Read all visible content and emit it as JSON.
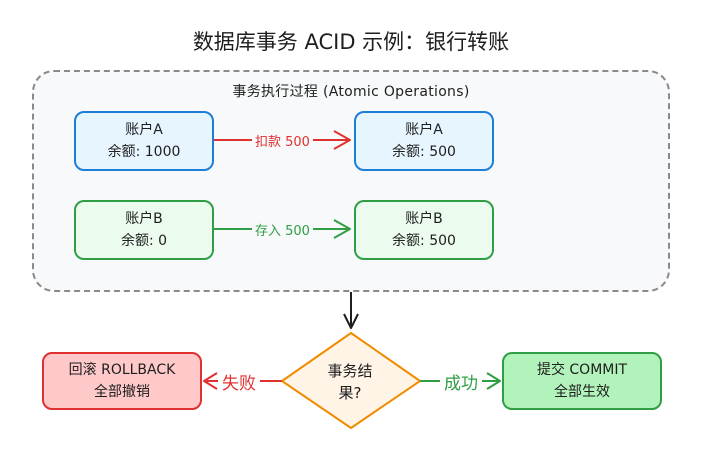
{
  "title": "数据库事务 ACID 示例：银行转账",
  "group": {
    "label": "事务执行过程 (Atomic Operations)"
  },
  "accounts": {
    "a_before": {
      "name": "账户A",
      "balance": "余额: 1000"
    },
    "a_after": {
      "name": "账户A",
      "balance": "余额: 500"
    },
    "b_before": {
      "name": "账户B",
      "balance": "余额: 0"
    },
    "b_after": {
      "name": "账户B",
      "balance": "余额: 500"
    }
  },
  "operations": {
    "debit": "扣款 500",
    "credit": "存入 500"
  },
  "decision": {
    "line1": "事务结",
    "line2": "果?"
  },
  "outcomes": {
    "failure_label": "失败",
    "success_label": "成功",
    "rollback_line1": "回滚 ROLLBACK",
    "rollback_line2": "全部撤销",
    "commit_line1": "提交 COMMIT",
    "commit_line2": "全部生效"
  },
  "colors": {
    "blue_stroke": "#1c7ed6",
    "blue_fill": "#e7f5ff",
    "green_stroke": "#2f9e44",
    "green_fill": "#ebfbee",
    "red_stroke": "#e03131",
    "red_fill": "#ffc9c9",
    "diamond_stroke": "#f08c00",
    "diamond_fill": "#fff4e6"
  }
}
